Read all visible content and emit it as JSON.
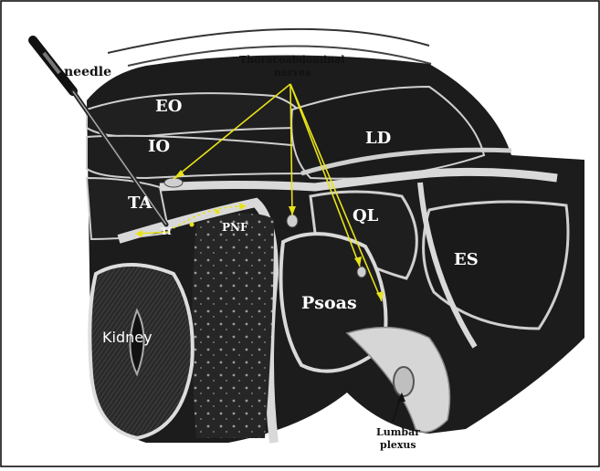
{
  "figure": {
    "labels": {
      "needle": "needle",
      "thoracoabdominal_line1": "Thoracoabdominal",
      "thoracoabdominal_line2": "nerves",
      "eo": "EO",
      "io": "IO",
      "ta": "TA",
      "ld": "LD",
      "ql": "QL",
      "es": "ES",
      "psoas": "Psoas",
      "pnf": "PNF",
      "tf": "Tf",
      "kidney": "Kidney",
      "lumbar_line1": "Lumbar",
      "lumbar_line2": "plexus"
    },
    "colors": {
      "background": "#ffffff",
      "tissue_dark": "#1c1c1c",
      "fascia": "#d9d9d9",
      "annotation": "#e8e21a",
      "text_dark": "#111111",
      "text_light": "#ffffff"
    }
  }
}
